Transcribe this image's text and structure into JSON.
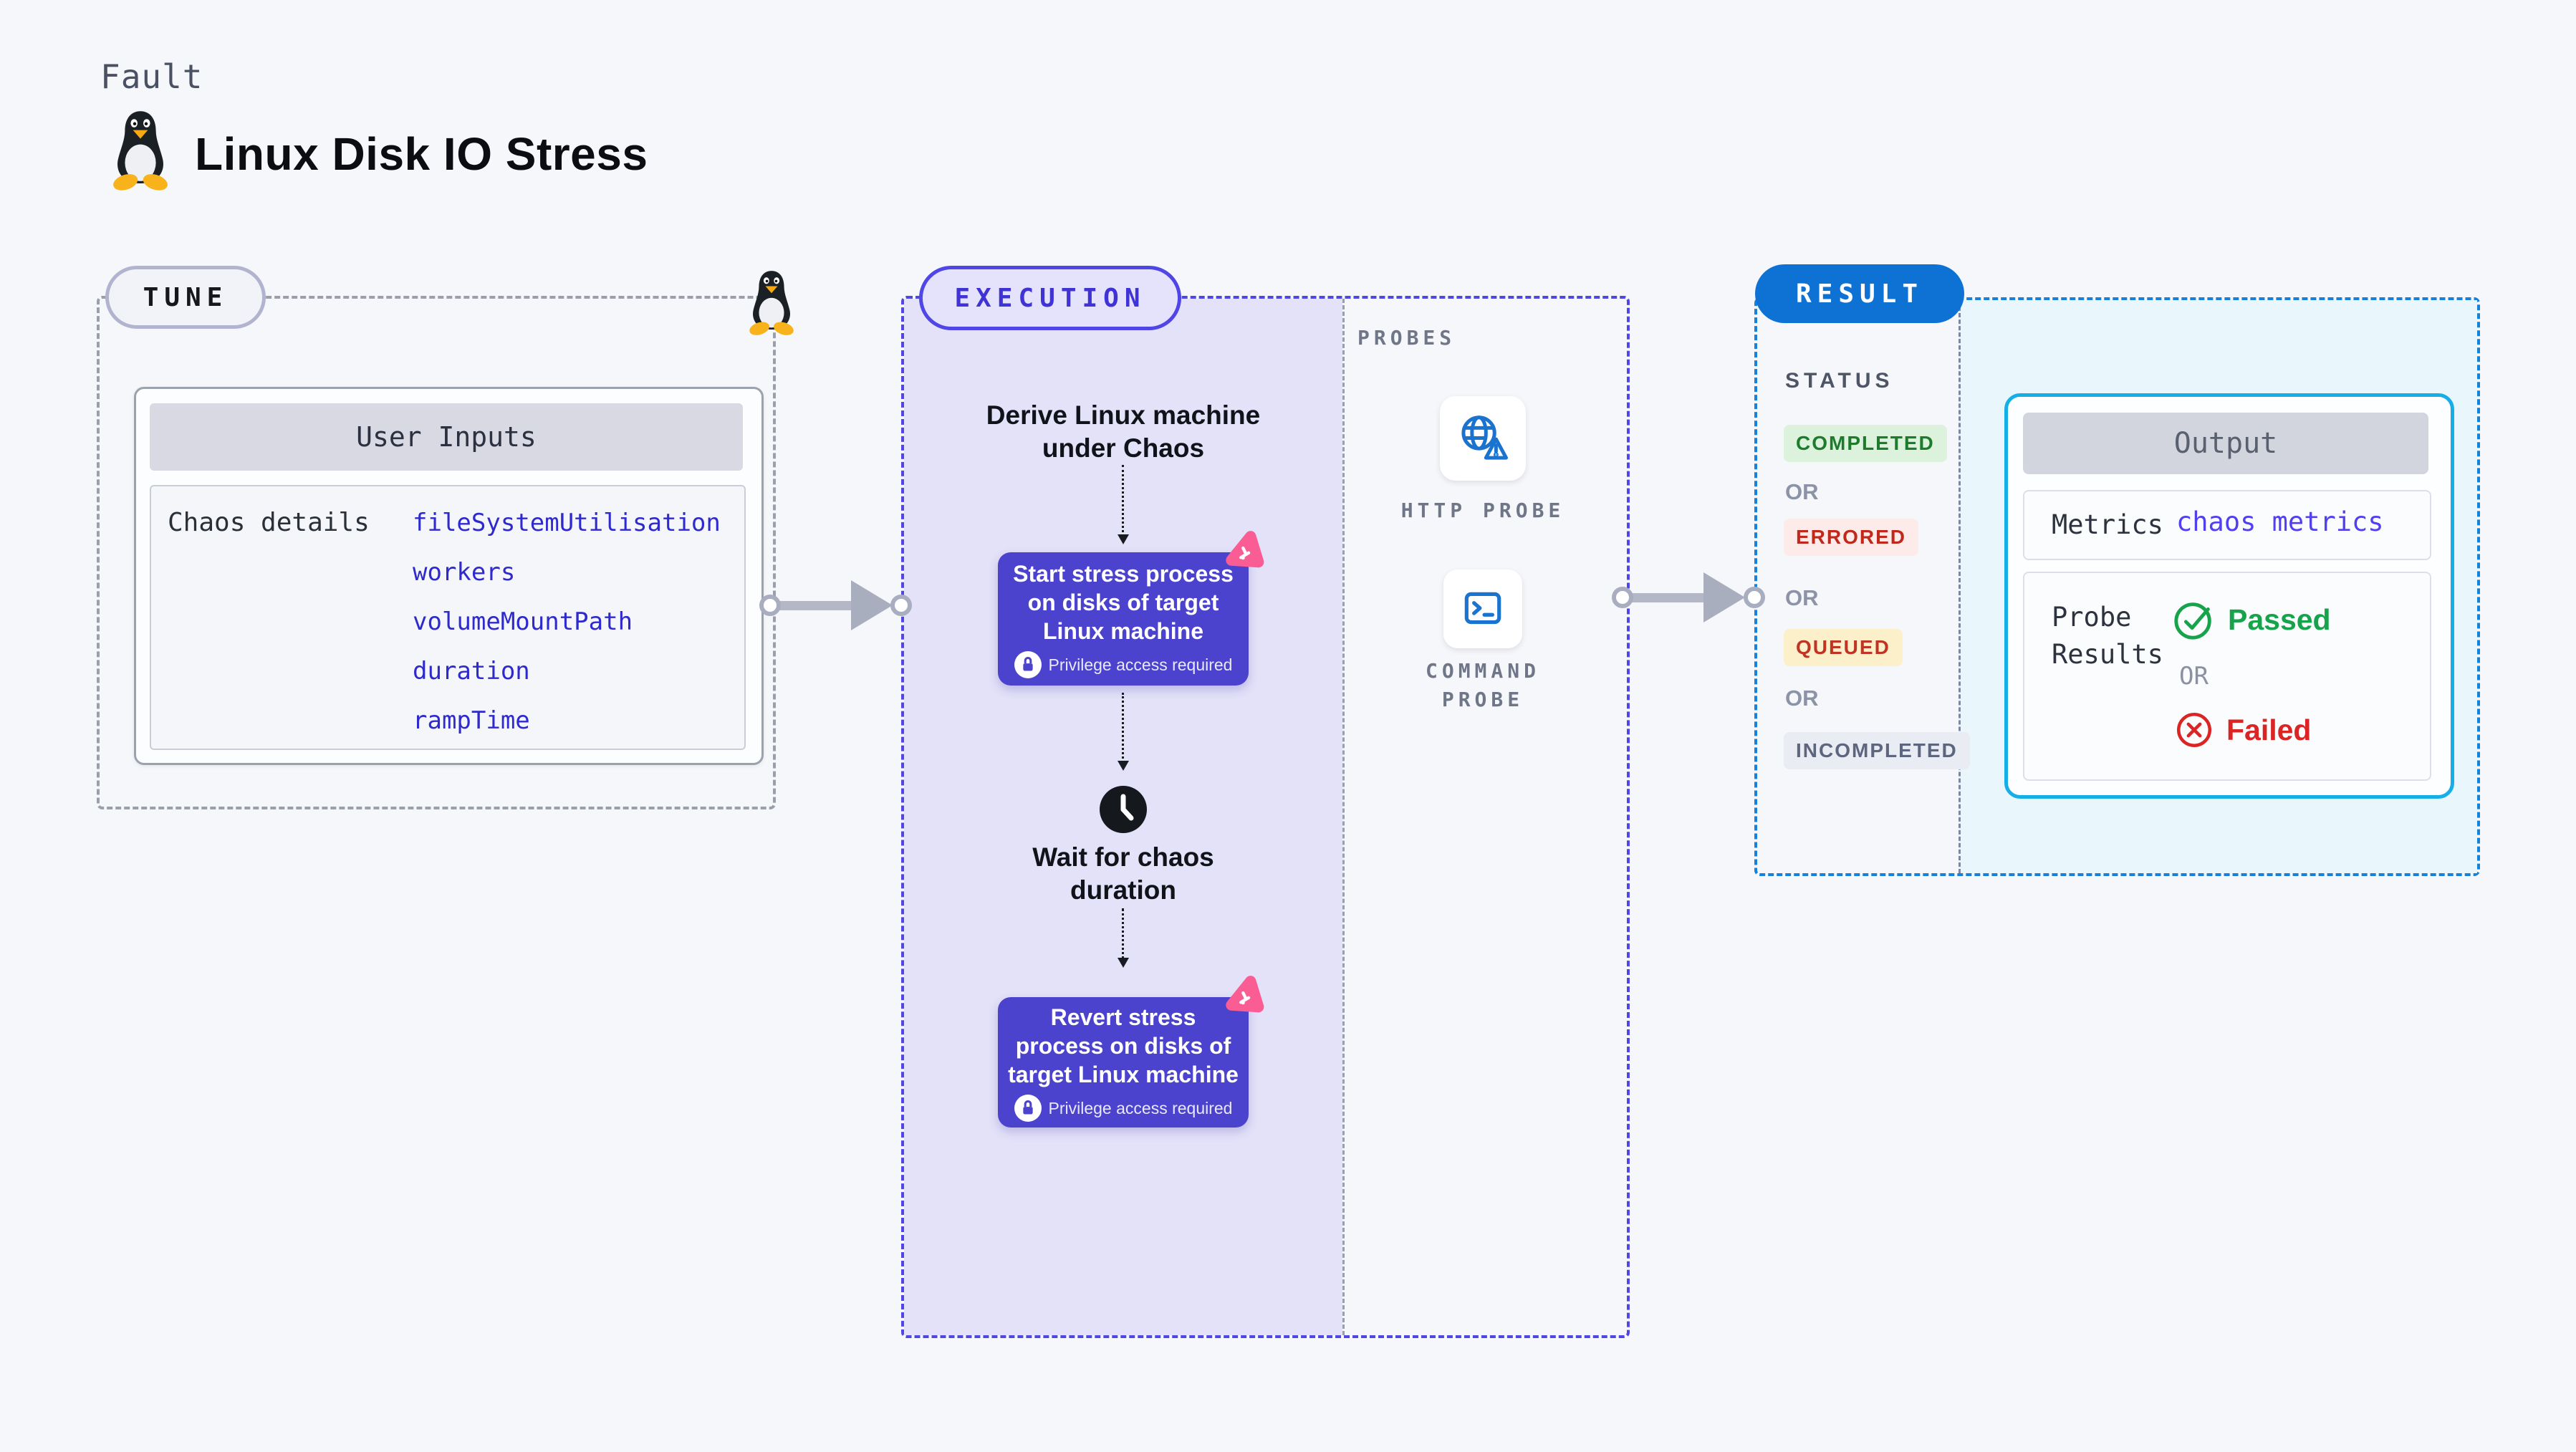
{
  "page": {
    "kind_label": "Fault",
    "title": "Linux Disk IO Stress",
    "background_color": "#f6f7fa"
  },
  "tune": {
    "section_label": "TUNE",
    "card_title": "User Inputs",
    "row_label": "Chaos details",
    "inputs": [
      "fileSystemUtilisation",
      "workers",
      "volumeMountPath",
      "duration",
      "rampTime"
    ]
  },
  "execution": {
    "section_label": "EXECUTION",
    "derive_step": {
      "line1": "Derive Linux machine",
      "line2": "under Chaos"
    },
    "start_node": {
      "line1": "Start stress process",
      "line2": "on disks of target",
      "line3": "Linux machine",
      "privilege_label": "Privilege access required"
    },
    "wait_step": {
      "line1": "Wait for chaos",
      "line2": "duration"
    },
    "revert_node": {
      "line1": "Revert stress",
      "line2": "process on disks of",
      "line3": "target Linux machine",
      "privilege_label": "Privilege access required"
    }
  },
  "probes": {
    "section_label": "PROBES",
    "http_probe_label": "HTTP PROBE",
    "command_probe_label_line1": "COMMAND",
    "command_probe_label_line2": "PROBE"
  },
  "result": {
    "section_label": "RESULT",
    "status_label": "STATUS",
    "or_label": "OR",
    "statuses": [
      {
        "label": "COMPLETED",
        "text_color": "#1d7c2c",
        "bg_color": "#dcf2dc"
      },
      {
        "label": "ERRORED",
        "text_color": "#c1281c",
        "bg_color": "#fcebe9"
      },
      {
        "label": "QUEUED",
        "text_color": "#bf3423",
        "bg_color": "#fbf0c9"
      },
      {
        "label": "INCOMPLETED",
        "text_color": "#5d667e",
        "bg_color": "#eaecf3"
      }
    ],
    "output": {
      "title": "Output",
      "metrics_label": "Metrics",
      "metrics_value": "chaos metrics",
      "probe_results_line1": "Probe",
      "probe_results_line2": "Results",
      "passed_label": "Passed",
      "or_label": "OR",
      "failed_label": "Failed"
    }
  },
  "icons": {
    "fault": "tux-penguin-icon",
    "tune_corner": "tux-penguin-icon",
    "http_probe": "globe-warning-icon",
    "command_probe": "terminal-icon",
    "wait": "clock-icon",
    "privilege": "lock-icon",
    "node_badge": "chaos-experiment-icon",
    "passed": "check-circle-icon",
    "failed": "x-circle-icon"
  },
  "colors": {
    "accent_indigo": "#4f46e5",
    "node_purple": "#4b43cd",
    "badge_pink": "#fa5d94",
    "result_blue": "#0e72d5",
    "output_border_cyan": "#16aee6",
    "link_blue": "#2e2ace",
    "metrics_link": "#5140f0",
    "passed_green": "#17a34b",
    "failed_red": "#db2525",
    "probe_icon_blue": "#1a73cf"
  }
}
